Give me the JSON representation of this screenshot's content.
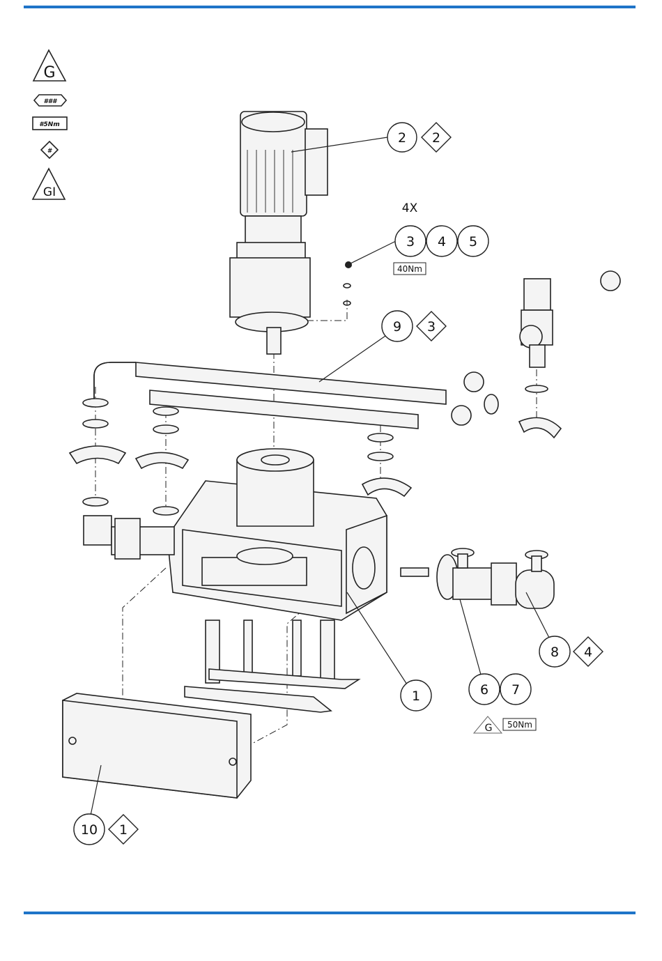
{
  "legend": {
    "items": [
      {
        "symbol": "triangle",
        "text": "G"
      },
      {
        "symbol": "hexagon",
        "text": "###"
      },
      {
        "symbol": "box",
        "text": "#5Nm"
      },
      {
        "symbol": "diamond",
        "text": "#"
      },
      {
        "symbol": "triangle",
        "text": "GI"
      }
    ]
  },
  "quantity_label": "4X",
  "callouts": {
    "motor": {
      "number": "2",
      "diamond": "2"
    },
    "fasteners": {
      "numbers": [
        "3",
        "4",
        "5"
      ],
      "torque": "40Nm"
    },
    "pipework": {
      "number": "9",
      "diamond": "3"
    },
    "housing": {
      "number": "1"
    },
    "coupling": {
      "numbers": [
        "6",
        "7"
      ],
      "thread_symbol": "G",
      "torque": "50Nm"
    },
    "pump_head": {
      "number": "8",
      "diamond": "4"
    },
    "cover": {
      "number": "10",
      "diamond": "1"
    }
  },
  "colors": {
    "rule": "#1f74c8",
    "line": "#222222"
  }
}
